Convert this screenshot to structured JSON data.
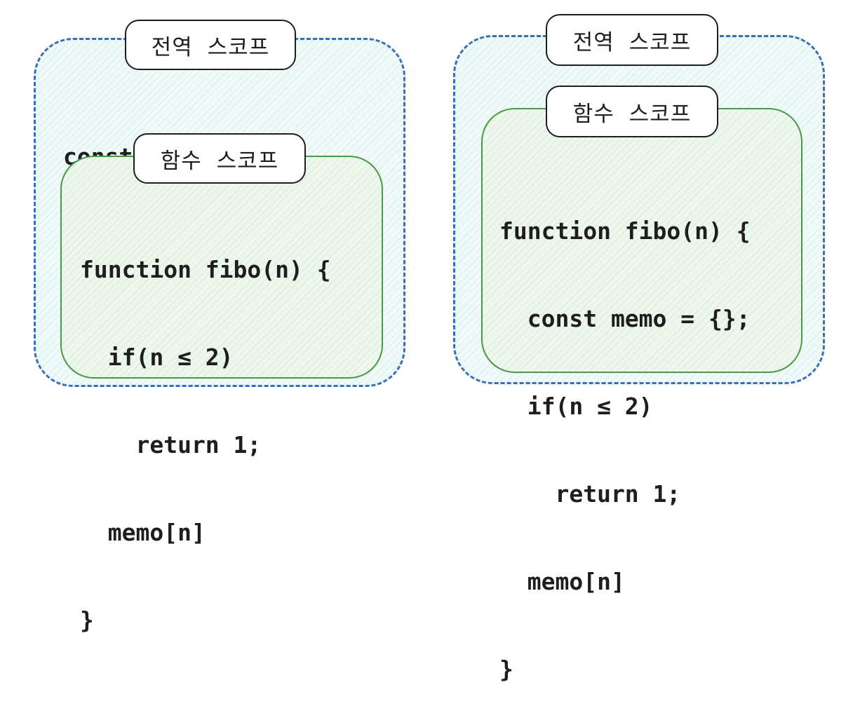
{
  "left_panel": {
    "global_label": "전역 스코프",
    "global_code": "const memo = {};",
    "function_label": "함수 스코프",
    "function_code": [
      "function fibo(n) {",
      "  if(n ≤ 2)",
      "    return 1;",
      "  memo[n]",
      "}"
    ]
  },
  "right_panel": {
    "global_label": "전역 스코프",
    "function_label": "함수 스코프",
    "function_code": [
      "function fibo(n) {",
      "  const memo = {};",
      "  if(n ≤ 2)",
      "    return 1;",
      "  memo[n]",
      "}"
    ]
  },
  "colors": {
    "global_scope_border": "#3a6fb8",
    "function_scope_border": "#4a9a45",
    "text": "#1e1e1e"
  }
}
